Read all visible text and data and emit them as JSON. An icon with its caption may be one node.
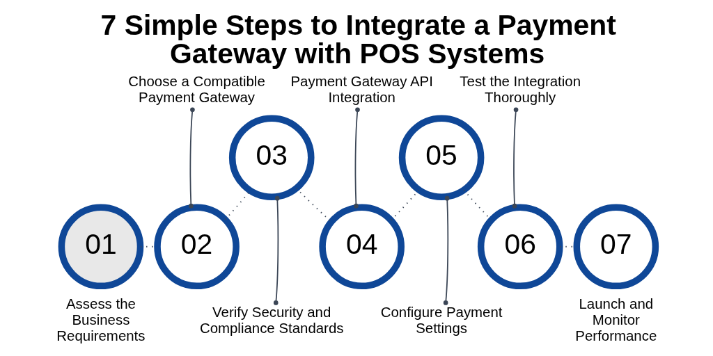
{
  "diagram": {
    "title": "7 Simple Steps to Integrate a Payment Gateway with POS Systems",
    "nodes": [
      {
        "text": [
          "01"
        ],
        "beside": [
          "Assess the Business Requirements"
        ]
      },
      {
        "text": [
          "02"
        ]
      },
      {
        "text": [
          "Choose a Compatible Payment Gateway"
        ]
      },
      {
        "text": [
          "03"
        ]
      },
      {
        "text": [
          "Verify Security and Compliance Standards"
        ]
      },
      {
        "text": [
          "04"
        ]
      },
      {
        "text": [
          "Payment Gateway API Integration"
        ]
      },
      {
        "text": [
          "05"
        ]
      },
      {
        "text": [
          "Configure Payment Settings"
        ]
      },
      {
        "text": [
          "06"
        ]
      },
      {
        "text": [
          "Test the Integration Thoroughly"
        ]
      },
      {
        "text": [
          "07"
        ],
        "beside": [
          "Launch and Monitor Performance"
        ]
      }
    ],
    "edges": [
      {
        "from": 0,
        "to": 1,
        "arrow": "none",
        "style": "dashed"
      },
      {
        "from": 2,
        "to": 1,
        "arrow": "other"
      },
      {
        "from": 1,
        "to": 3,
        "arrow": "none",
        "style": "dashed"
      },
      {
        "from": 4,
        "to": 3,
        "arrow": "other"
      },
      {
        "from": 3,
        "to": 5,
        "arrow": "none",
        "style": "dashed"
      },
      {
        "from": 6,
        "to": 5,
        "arrow": "other"
      },
      {
        "from": 5,
        "to": 7,
        "arrow": "none",
        "style": "dashed"
      },
      {
        "from": 8,
        "to": 7,
        "arrow": "other"
      },
      {
        "from": 7,
        "to": 9,
        "arrow": "none",
        "style": "dashed"
      },
      {
        "from": 10,
        "to": 9,
        "arrow": "other"
      },
      {
        "from": 9,
        "to": 11,
        "arrow": "none",
        "style": "dashed"
      }
    ]
  }
}
